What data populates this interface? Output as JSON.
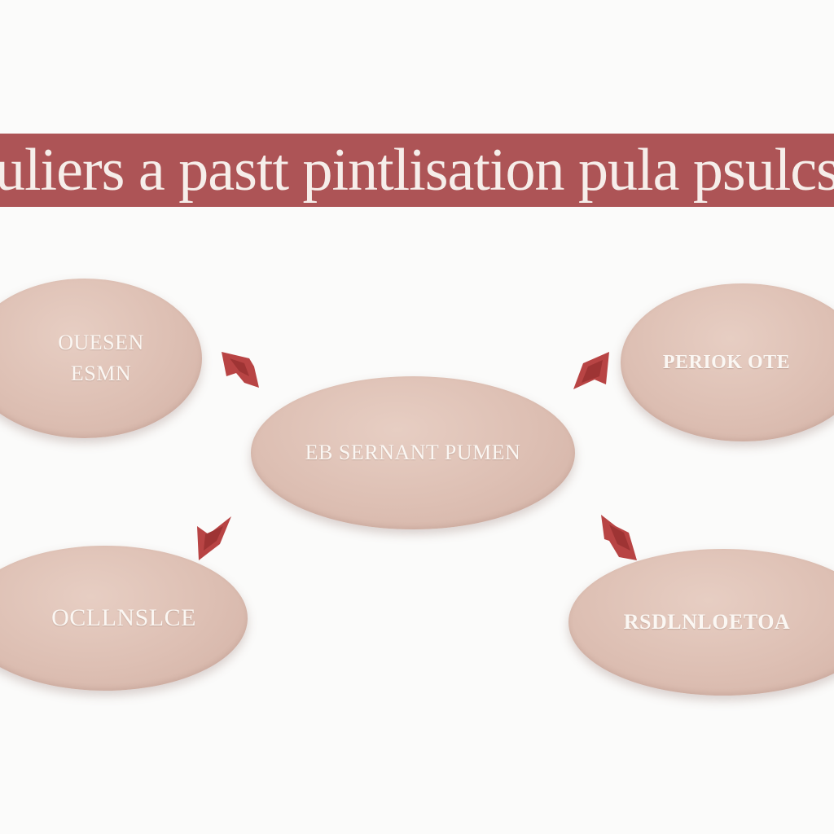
{
  "banner": {
    "title": "uliers a pastt pintlisation pula psulcsioo"
  },
  "nodes": {
    "top_left": "OUESEN\nESMN",
    "top_right": "PERIOK OTE",
    "center": "EB SERNANT PUMEN",
    "bottom_left": "OCLLNSLCE",
    "bottom_right": "RSDLNLOETOA"
  },
  "colors": {
    "banner": "#ad5456",
    "banner_text": "#f6eeea",
    "node_fill": "#ddbfb3",
    "node_text": "#fbf7f3",
    "arrow": "#b84444",
    "background": "#fbfbfa"
  },
  "icons": {
    "arrow_top_left": "arrow-icon",
    "arrow_top_right": "arrow-icon",
    "arrow_bottom_left": "arrow-icon",
    "arrow_bottom_right": "arrow-icon"
  }
}
